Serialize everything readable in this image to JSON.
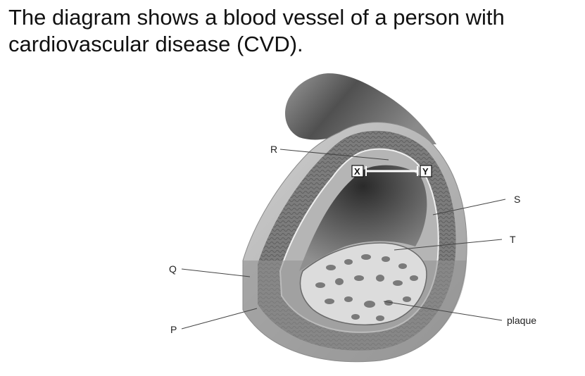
{
  "question": {
    "line1": "The diagram shows a blood vessel of a person with",
    "line2": "cardiovascular disease (CVD)."
  },
  "labels": {
    "R": "R",
    "S": "S",
    "T": "T",
    "Q": "Q",
    "P": "P",
    "plaque": "plaque",
    "X": "X",
    "Y": "Y"
  }
}
